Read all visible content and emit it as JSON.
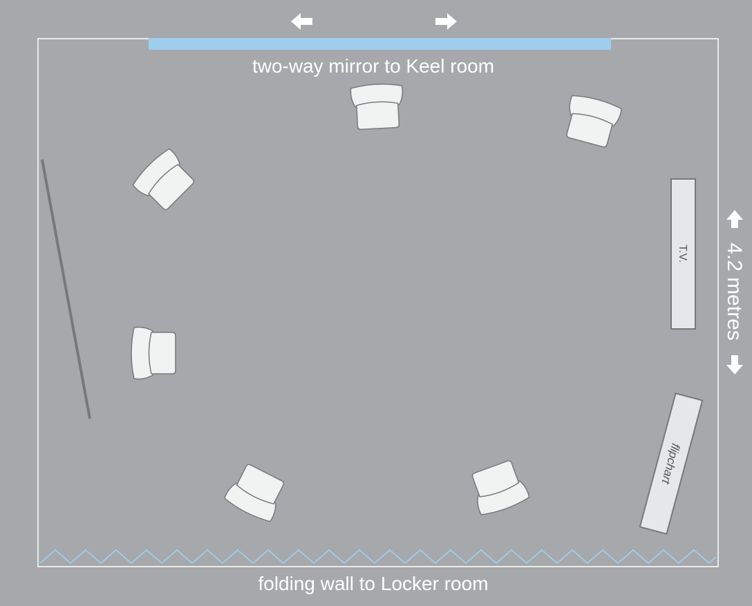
{
  "labels": {
    "mirror": "two-way mirror to Keel room",
    "folding_wall": "folding wall to Locker room",
    "dimension": "4.2 metres",
    "tv": "T.V.",
    "flipchart": "flipchart"
  },
  "colors": {
    "background": "#a7a8ab",
    "room_outline": "#ffffff",
    "mirror": "#9fcdee",
    "folding_wall": "#9fcdee",
    "chair_fill": "#f1f2f2",
    "chair_stroke": "#77787b",
    "partition": "#77787b",
    "furniture_fill": "#e6e7e8"
  },
  "icons": {
    "arrow_left": "arrow-left-icon",
    "arrow_right": "arrow-right-icon",
    "arrow_up": "arrow-up-icon",
    "arrow_down": "arrow-down-icon",
    "chair": "armchair-icon"
  }
}
